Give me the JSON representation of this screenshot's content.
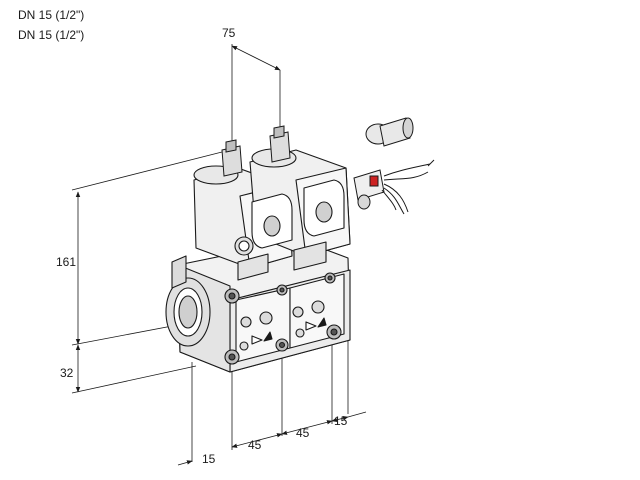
{
  "header": {
    "lines": [
      "DN 15 (1/2\")",
      "DN 15 (1/2\")"
    ]
  },
  "dimensions": {
    "top_spacing": "75",
    "height": "161",
    "base_offset": "32",
    "bottom_15_left": "15",
    "bottom_45_a": "45",
    "bottom_45_b": "45",
    "bottom_15_right": "15"
  },
  "colors": {
    "line": "#1a1a1a",
    "fill_light": "#f2f2f2",
    "fill_mid": "#d9d9d9",
    "fill_dark": "#8c8c8c"
  }
}
